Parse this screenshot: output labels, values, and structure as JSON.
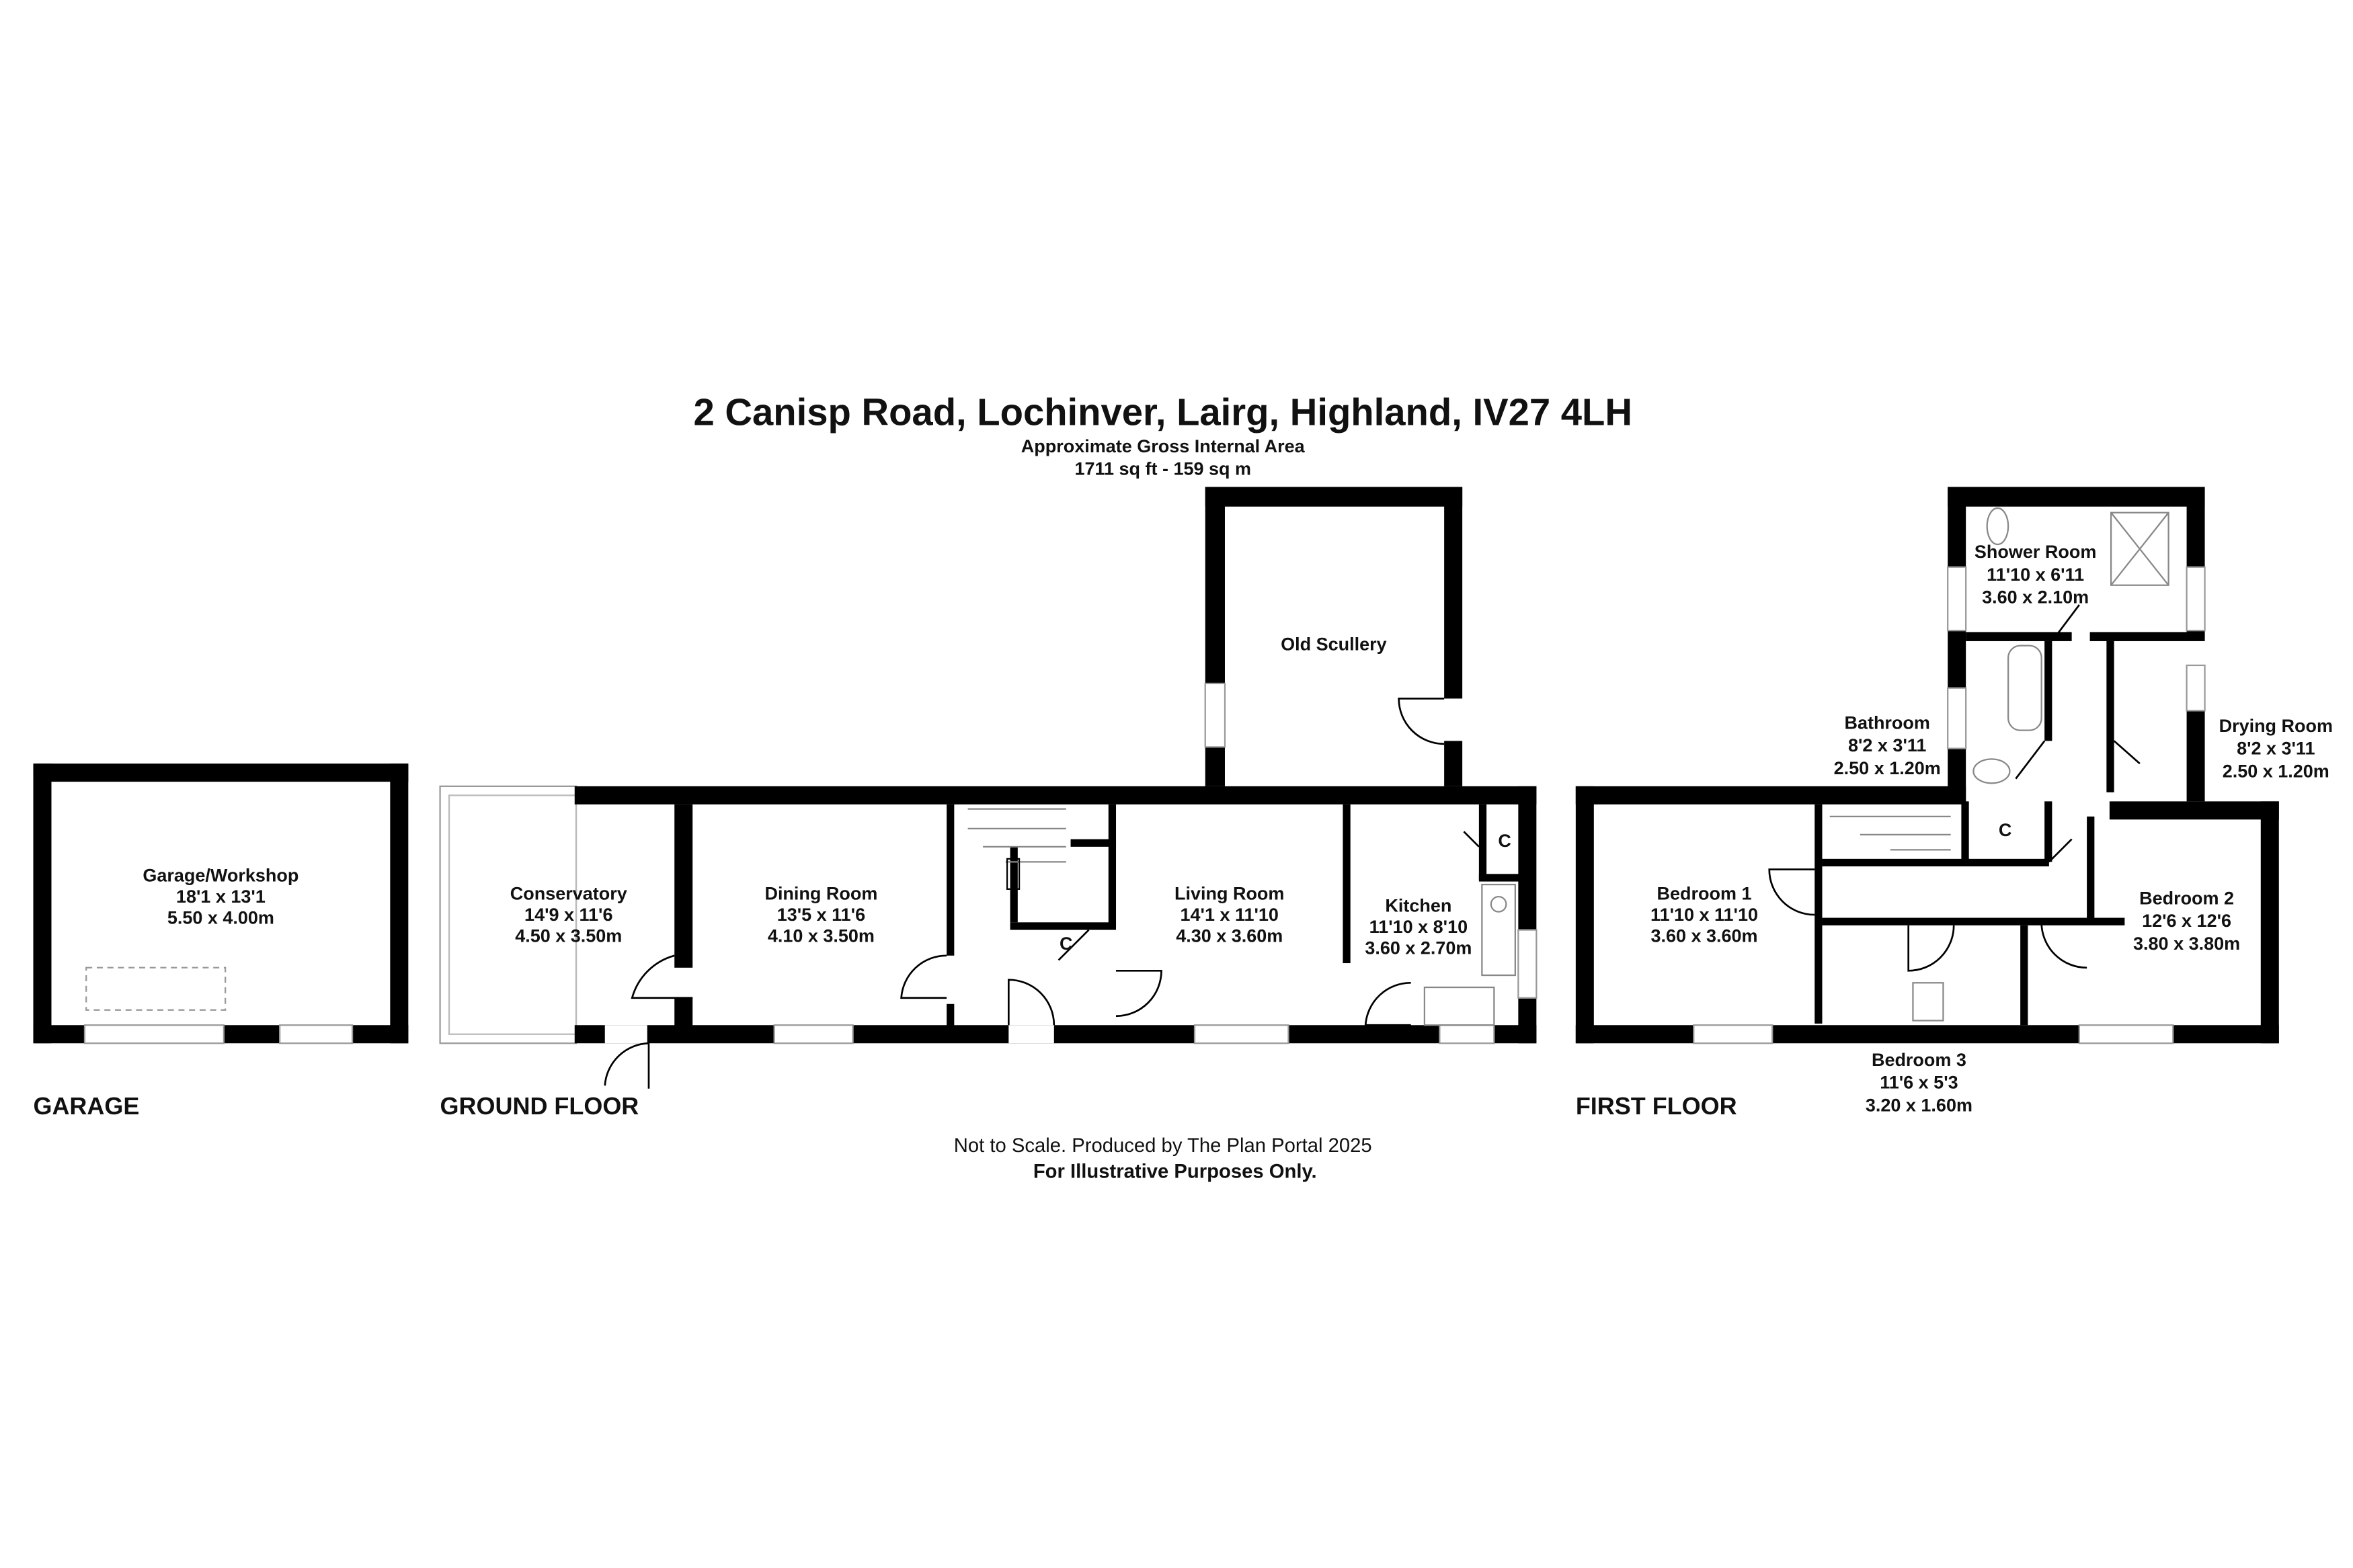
{
  "header": {
    "title": "2 Canisp Road, Lochinver, Lairg, Highland, IV27 4LH",
    "area_label": "Approximate Gross Internal Area",
    "area_value": "1711 sq ft - 159 sq m"
  },
  "floors": {
    "garage": "GARAGE",
    "ground": "GROUND FLOOR",
    "first": "FIRST FLOOR"
  },
  "rooms": {
    "garage": {
      "name": "Garage/Workshop",
      "imperial": "18'1 x 13'1",
      "metric": "5.50 x 4.00m"
    },
    "conservatory": {
      "name": "Conservatory",
      "imperial": "14'9 x 11'6",
      "metric": "4.50 x 3.50m"
    },
    "dining": {
      "name": "Dining Room",
      "imperial": "13'5 x 11'6",
      "metric": "4.10 x 3.50m"
    },
    "living": {
      "name": "Living Room",
      "imperial": "14'1 x 11'10",
      "metric": "4.30 x 3.60m"
    },
    "kitchen": {
      "name": "Kitchen",
      "imperial": "11'10 x 8'10",
      "metric": "3.60 x 2.70m"
    },
    "scullery": {
      "name": "Old Scullery"
    },
    "shower": {
      "name": "Shower Room",
      "imperial": "11'10 x 6'11",
      "metric": "3.60 x 2.10m"
    },
    "bathroom": {
      "name": "Bathroom",
      "imperial": "8'2 x 3'11",
      "metric": "2.50 x 1.20m"
    },
    "drying": {
      "name": "Drying Room",
      "imperial": "8'2 x 3'11",
      "metric": "2.50 x 1.20m"
    },
    "bedroom1": {
      "name": "Bedroom 1",
      "imperial": "11'10 x 11'10",
      "metric": "3.60 x 3.60m"
    },
    "bedroom2": {
      "name": "Bedroom 2",
      "imperial": "12'6 x 12'6",
      "metric": "3.80 x 3.80m"
    },
    "bedroom3": {
      "name": "Bedroom 3",
      "imperial": "11'6 x 5'3",
      "metric": "3.20 x 1.60m"
    },
    "cupboard": "C"
  },
  "footer": {
    "note": "Not to Scale. Produced by The Plan Portal 2025",
    "disclaimer": "For Illustrative Purposes Only."
  }
}
